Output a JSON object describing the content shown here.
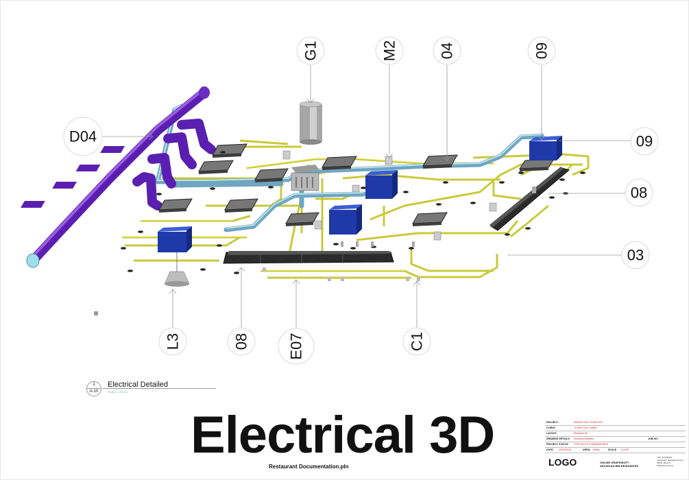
{
  "tags": {
    "G1": "G1",
    "M2": "M2",
    "04": "04",
    "09_top": "09",
    "D04": "D04",
    "09_right": "09",
    "08_right": "08",
    "03": "03",
    "L3": "L3",
    "08_bottom": "08",
    "E07": "E07",
    "C1": "C1"
  },
  "view": {
    "number": "1",
    "sheet": "A-10",
    "title": "Electrical Detailed",
    "scale": "SCALE: 1:10.00"
  },
  "sheet_title": "Electrical 3D",
  "file_name": "Restaurant Documentation.pln",
  "title_block": {
    "rows": [
      {
        "label": "PROJECT:",
        "value": "NEWSH 2022 TEMPLATE"
      },
      {
        "label": "CLIENT:",
        "value": "CLIENT FULL NAME"
      },
      {
        "label": "LAYOUT:",
        "value": "Electrical 3D"
      },
      {
        "label": "DRAWING DETAILS:",
        "value": "Electrical Detailed"
      },
      {
        "label": "PROJECT STATUS",
        "value": "FOR FACILITY MANAGEMENT"
      },
      {
        "label": "DATE:",
        "value": "2022/03/16"
      }
    ],
    "job_no_label": "JOB NO:",
    "area_label": "AREA:",
    "area_value": "Meals",
    "scale_label": "SCALE",
    "scale_value": "1:10.00",
    "logo": "LOGO",
    "company": [
      "ONLINE GRAPHISOFT",
      "ARCHICAD BIM RESOURCES"
    ],
    "address": [
      "1207 THASMAN",
      "newsleight: hello@gmail.com",
      "36045, Block 8",
      "Hatfield/Fre Road"
    ]
  },
  "colors": {
    "cable": "#c9c93a",
    "duct": "#6fa6c0",
    "gas_pipe": "#5a1fb0",
    "equipment": "#1f39a8"
  }
}
